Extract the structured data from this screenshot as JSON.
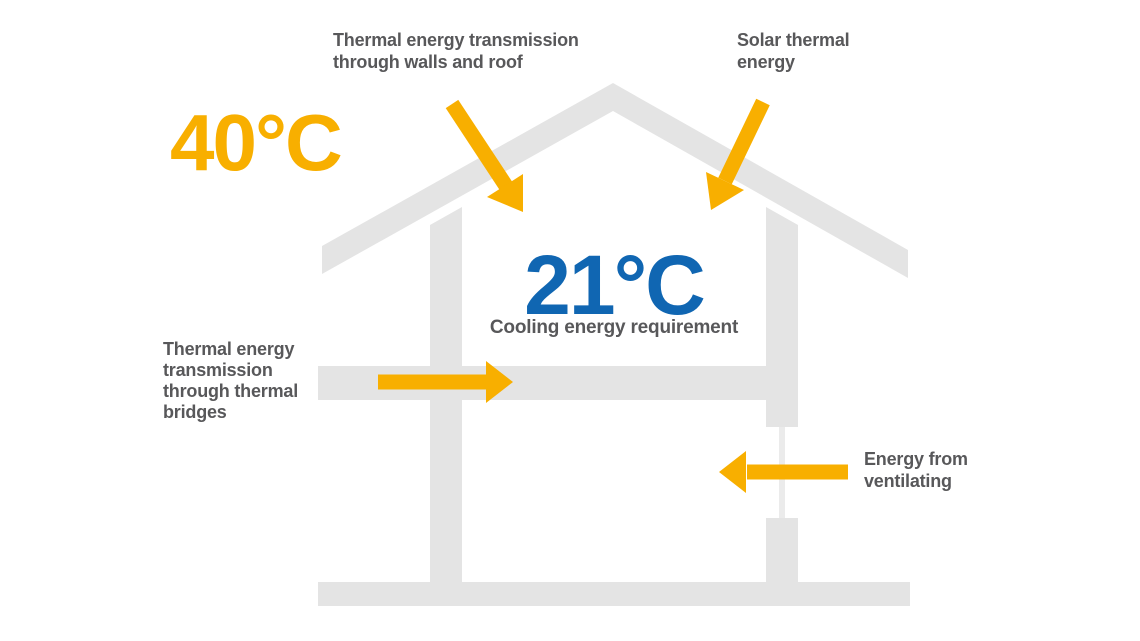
{
  "title": "Cooling energy requirement house diagram",
  "colors": {
    "structure_gray": "#E4E4E4",
    "window_gray": "#EBEBEB",
    "arrow_orange": "#F8AF00",
    "temp_outside_orange": "#F8AF00",
    "temp_inside_blue": "#1066B2",
    "label_dark_gray": "#58585A",
    "background": "#FFFFFF"
  },
  "temperatures": {
    "outside": "40°C",
    "inside": "21°C"
  },
  "labels": {
    "walls_roof": "Thermal energy transmission\nthrough walls and roof",
    "solar": "Solar thermal\nenergy",
    "bridges": "Thermal energy\ntransmission\nthrough thermal\nbridges",
    "ventilating": "Energy from\nventilating",
    "cooling": "Cooling energy requirement"
  },
  "arrows": [
    {
      "name": "arrow-walls-roof",
      "meaning": "Thermal energy transmission through walls and roof",
      "direction": "down-right into house"
    },
    {
      "name": "arrow-solar",
      "meaning": "Solar thermal energy",
      "direction": "down-left into house"
    },
    {
      "name": "arrow-bridges",
      "meaning": "Thermal energy transmission through thermal bridges",
      "direction": "right into house"
    },
    {
      "name": "arrow-ventilating",
      "meaning": "Energy from ventilating",
      "direction": "left into house"
    }
  ]
}
